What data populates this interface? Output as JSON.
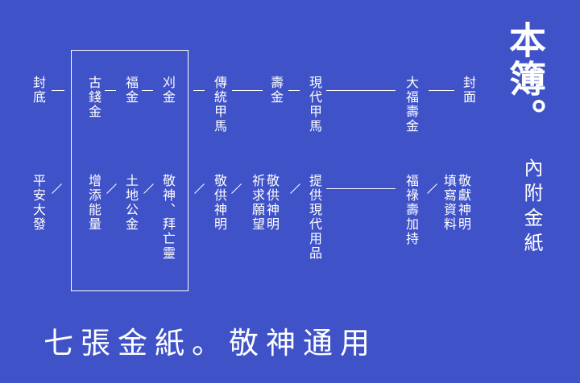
{
  "title": "本簿。",
  "subtitle": "內附金紙",
  "footer": "七張金紙。敬神通用",
  "columns": [
    {
      "name": "封面",
      "use": "敬獻神明\n填寫資料"
    },
    {
      "name": "大福壽金",
      "use": "福祿壽加持"
    },
    {
      "name": "現代甲馬",
      "use": "提供現代用品"
    },
    {
      "name": "壽金",
      "use": "敬供神明\n祈求願望"
    },
    {
      "name": "傳統甲馬",
      "use": "敬供神明"
    },
    {
      "name": "刈金",
      "use": "敬神、拜亡靈"
    },
    {
      "name": "福金",
      "use": "土地公金"
    },
    {
      "name": "古錢金",
      "use": "增添能量"
    },
    {
      "name": "封底",
      "use": "平安大發"
    }
  ]
}
